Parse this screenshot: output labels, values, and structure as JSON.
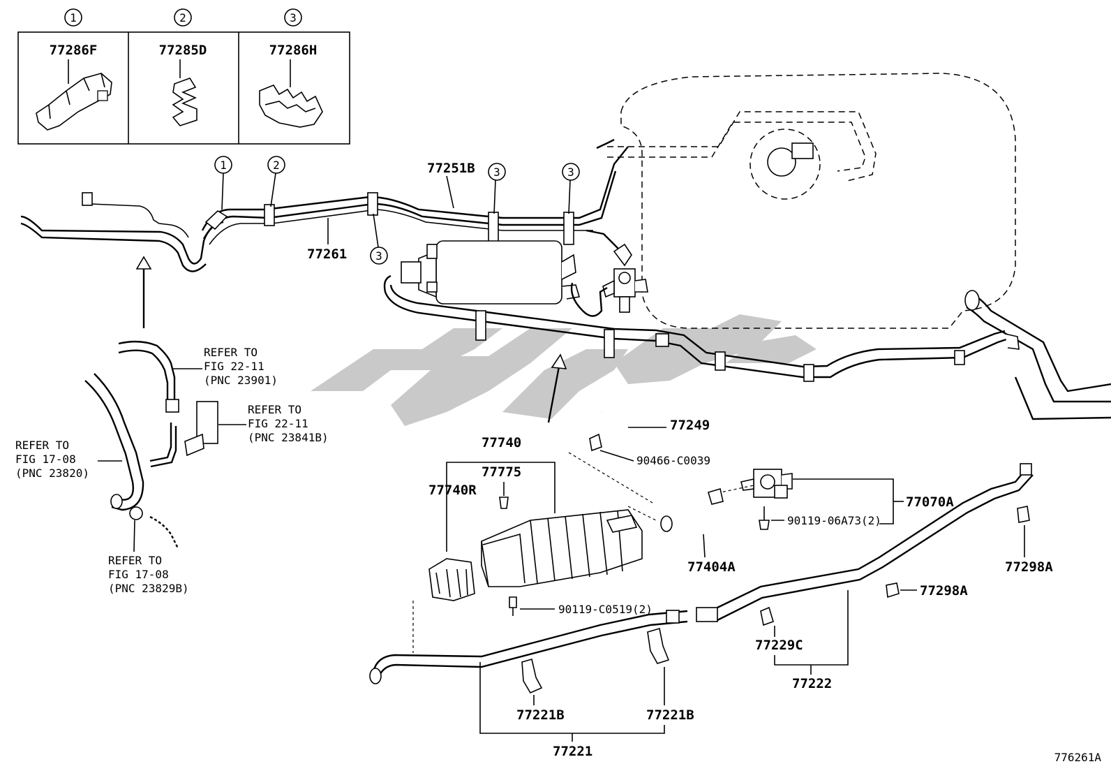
{
  "clip_boxes": [
    {
      "num": "1",
      "part": "77286F"
    },
    {
      "num": "2",
      "part": "77285D"
    },
    {
      "num": "3",
      "part": "77286H"
    }
  ],
  "callouts": {
    "c1": "1",
    "c2": "2",
    "c3a": "3",
    "c3b": "3",
    "c3c": "3"
  },
  "parts": {
    "p77251B": "77251B",
    "p77261": "77261",
    "p77249": "77249",
    "p90466": "90466-C0039",
    "p77740": "77740",
    "p77775": "77775",
    "p77740R": "77740R",
    "p77070A": "77070A",
    "p90119_06A73": "90119-06A73(2)",
    "p77404A": "77404A",
    "p77298A_1": "77298A",
    "p77298A_2": "77298A",
    "p90119_C0519": "90119-C0519(2)",
    "p77229C": "77229C",
    "p77222": "77222",
    "p77221B_1": "77221B",
    "p77221B_2": "77221B",
    "p77221": "77221"
  },
  "references": {
    "ref1": {
      "l1": "REFER TO",
      "l2": "FIG 22-11",
      "l3": "(PNC 23901)"
    },
    "ref2": {
      "l1": "REFER TO",
      "l2": "FIG 22-11",
      "l3": "(PNC 23841B)"
    },
    "ref3": {
      "l1": "REFER TO",
      "l2": "FIG 17-08",
      "l3": "(PNC 23820)"
    },
    "ref4": {
      "l1": "REFER TO",
      "l2": "FIG 17-08",
      "l3": "(PNC 23829B)"
    }
  },
  "figure_id": "776261A",
  "icons": [
    "hose-clip-icon",
    "clamp-icon",
    "canister-icon",
    "vsv-valve-icon",
    "bolt-icon",
    "fuel-tank-outline-icon",
    "watermark-logo"
  ]
}
